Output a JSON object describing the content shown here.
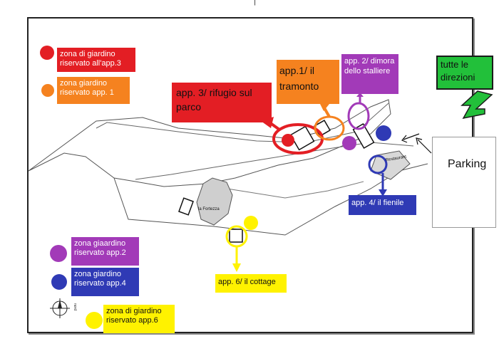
{
  "title_fragment": "|",
  "colors": {
    "red": "#e31e24",
    "orange": "#f5821f",
    "purple": "#a23ab8",
    "blue": "#2f3ab5",
    "yellow": "#fff200",
    "green": "#22c03a"
  },
  "legend": [
    {
      "key": "red",
      "text": "zona di giardino riservato all'app.3"
    },
    {
      "key": "orange",
      "text": "zona giardino riservato app. 1"
    },
    {
      "key": "purple",
      "text": "zona giaardino riservato app.2"
    },
    {
      "key": "blue",
      "text": "zona giardino riservato app.4"
    },
    {
      "key": "yellow",
      "text": "zona di giardino riservato app.6"
    }
  ],
  "apartments": [
    {
      "key": "app3",
      "text": "app. 3/ rifugio sul parco"
    },
    {
      "key": "app1",
      "text": "app.1/ il tramonto"
    },
    {
      "key": "app2",
      "text": "app. 2/ dimora dello stalliere"
    },
    {
      "key": "app4",
      "text": "app. 4/ il fienile"
    },
    {
      "key": "app6",
      "text": "app. 6/ il cottage"
    }
  ],
  "directions": "tutte le direzioni",
  "parking": "Parking",
  "buildings": {
    "fortezza": "la Fortezza",
    "restaurant": "Restaurant"
  },
  "compass_label": "nord"
}
